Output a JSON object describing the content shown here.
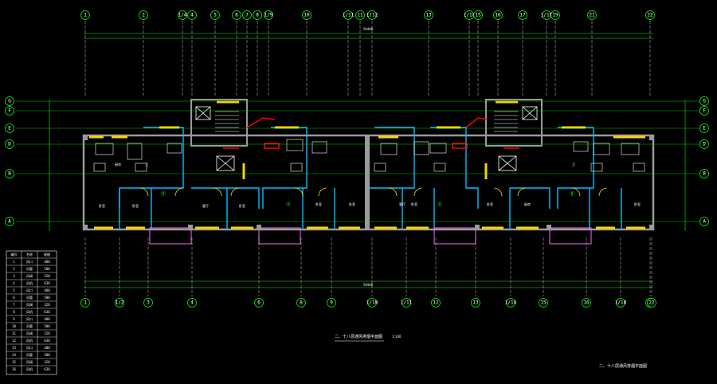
{
  "axes_top": [
    "1",
    "2",
    "1/4",
    "4",
    "5",
    "6",
    "7",
    "8",
    "1/9",
    "10",
    "1/11",
    "11",
    "1/12",
    "13",
    "1/14",
    "15",
    "16",
    "17",
    "1/18",
    "19",
    "21",
    "22"
  ],
  "axes_bottom": [
    "1",
    "1/2",
    "3",
    "4",
    "6",
    "8",
    "9",
    "1/10",
    "1/11",
    "12",
    "13",
    "1/14",
    "15",
    "16",
    "1/18",
    "21",
    "22"
  ],
  "axes_side": [
    "G",
    "F",
    "E",
    "D",
    "B",
    "A"
  ],
  "room_labels": [
    "卧室",
    "卧室",
    "客厅",
    "卧室",
    "卧室",
    "厨房",
    "卫",
    "卧室",
    "客厅",
    "卧室",
    "卧室",
    "厨房",
    "卫",
    "卧室"
  ],
  "text": {
    "top_total": "50400",
    "bottom_total": "50400",
    "caption_main": "二、十八层通风排烟平面图",
    "caption_scale": "1:100",
    "caption_secondary": "二、十八层通风排烟平面图",
    "area_tag_1": "Ⓑ",
    "area_tag_2": "Ⓐ"
  },
  "legend_table": {
    "headers": [
      "编号",
      "名称",
      "规格"
    ],
    "rows": [
      [
        "1",
        "风口",
        "400"
      ],
      [
        "2",
        "风管",
        "500"
      ],
      [
        "3",
        "风阀",
        "320"
      ],
      [
        "4",
        "风机",
        "630"
      ],
      [
        "5",
        "风口",
        "400"
      ],
      [
        "6",
        "风管",
        "500"
      ],
      [
        "7",
        "风阀",
        "320"
      ],
      [
        "8",
        "风机",
        "630"
      ],
      [
        "9",
        "风口",
        "400"
      ],
      [
        "10",
        "风管",
        "500"
      ],
      [
        "11",
        "风阀",
        "320"
      ],
      [
        "12",
        "风机",
        "630"
      ],
      [
        "13",
        "风口",
        "400"
      ],
      [
        "14",
        "风管",
        "500"
      ],
      [
        "15",
        "风阀",
        "320"
      ],
      [
        "16",
        "风机",
        "630"
      ]
    ]
  },
  "colors": {
    "background": "#000000",
    "axis_line": "#00ff00",
    "wall": "#9a9a9a",
    "window": "#ffd400",
    "partition": "#00bfff",
    "balcony": "#ff66ff",
    "duct_red": "#ff0000",
    "dimension": "#00ff00"
  }
}
